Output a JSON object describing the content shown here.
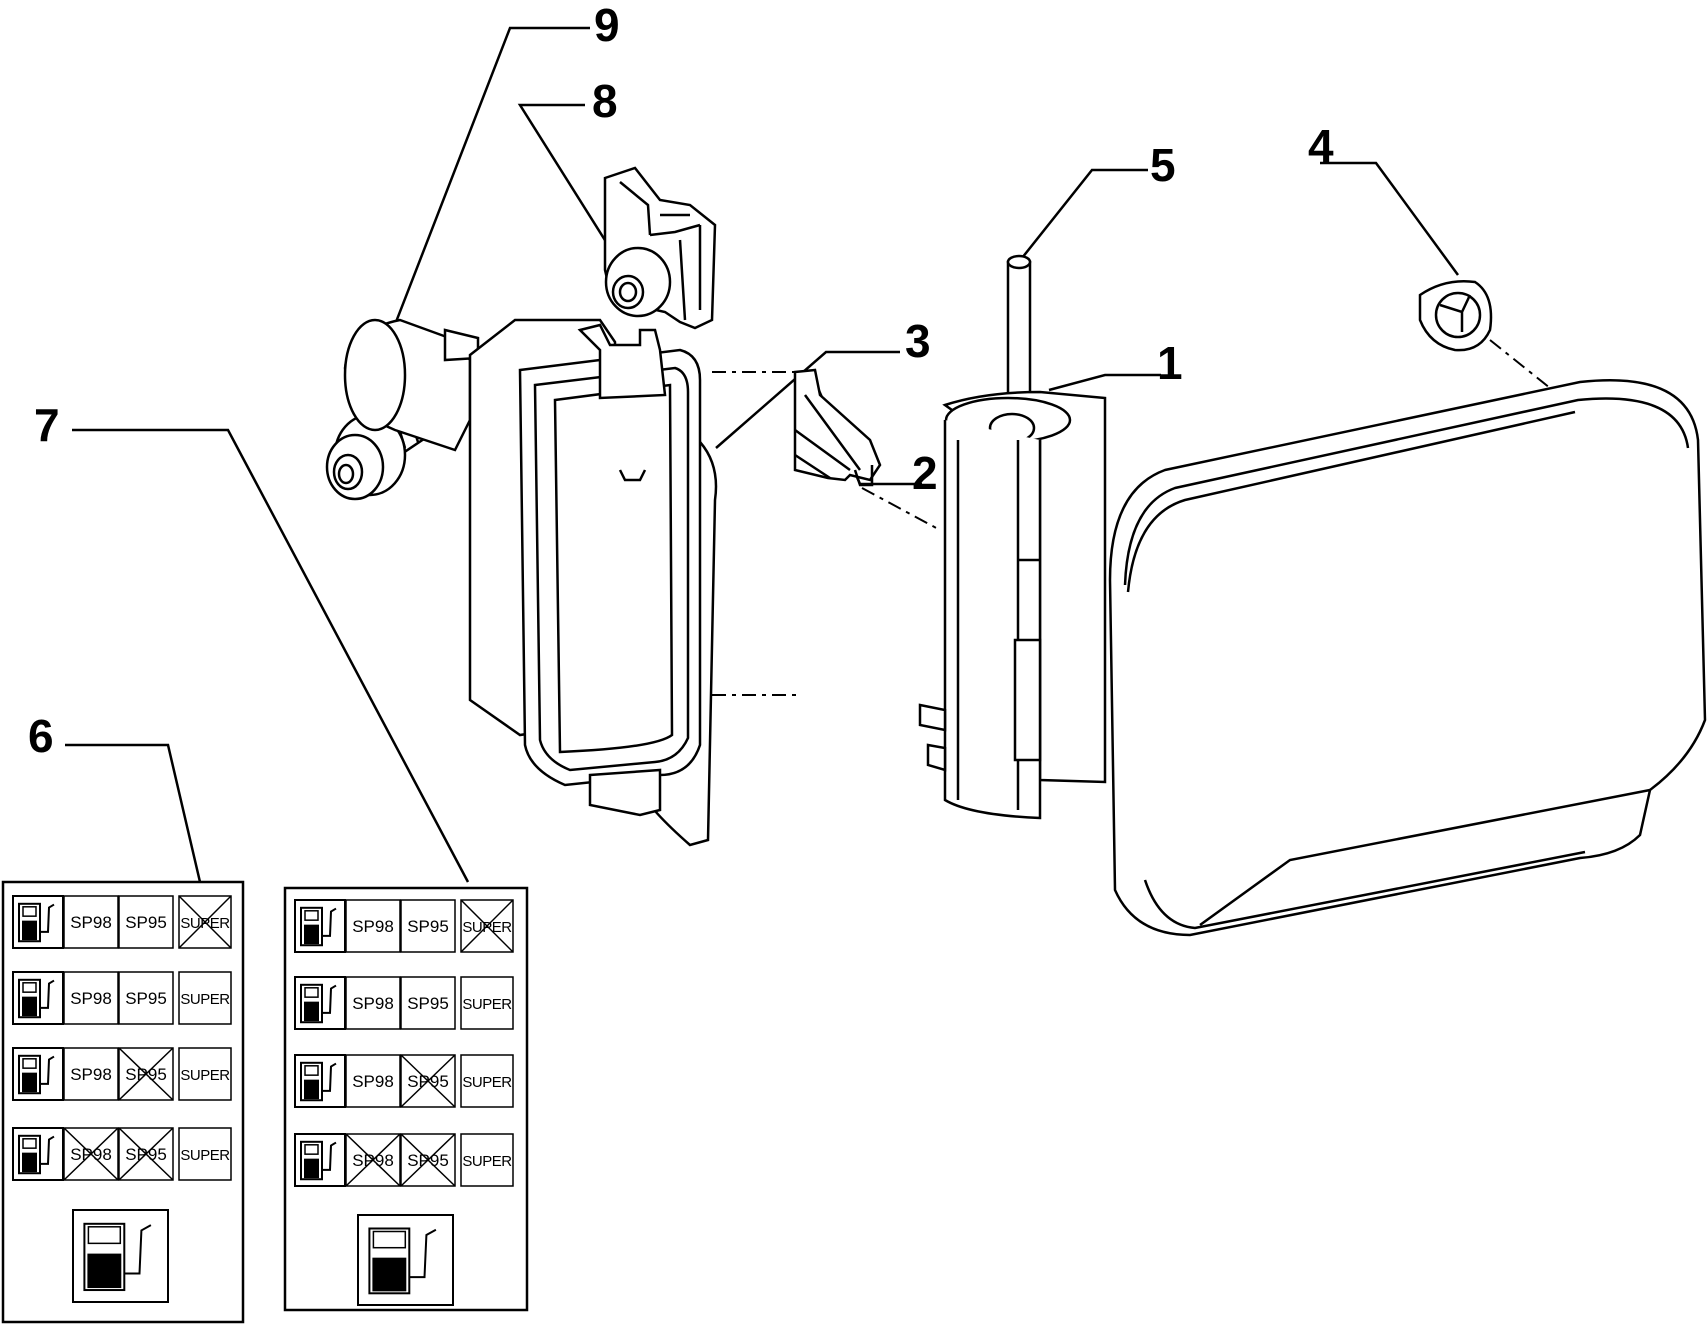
{
  "callouts": {
    "c1": "1",
    "c2": "2",
    "c3": "3",
    "c4": "4",
    "c5": "5",
    "c6": "6",
    "c7": "7",
    "c8": "8",
    "c9": "9"
  },
  "labels": {
    "fuel_pump_icon": "fuel-pump-icon",
    "cells": [
      "SP98",
      "SP95",
      "SUPER"
    ],
    "sheet_6_rows": [
      {
        "sp98_crossed": false,
        "sp95_crossed": false,
        "super_crossed": true
      },
      {
        "sp98_crossed": false,
        "sp95_crossed": false,
        "super_crossed": false
      },
      {
        "sp98_crossed": false,
        "sp95_crossed": true,
        "super_crossed": false
      },
      {
        "sp98_crossed": true,
        "sp95_crossed": true,
        "super_crossed": false
      }
    ],
    "sheet_7_rows": [
      {
        "sp98_crossed": false,
        "sp95_crossed": false,
        "super_crossed": true
      },
      {
        "sp98_crossed": false,
        "sp95_crossed": false,
        "super_crossed": false
      },
      {
        "sp98_crossed": false,
        "sp95_crossed": true,
        "super_crossed": false
      },
      {
        "sp98_crossed": true,
        "sp95_crossed": true,
        "super_crossed": false
      }
    ]
  }
}
